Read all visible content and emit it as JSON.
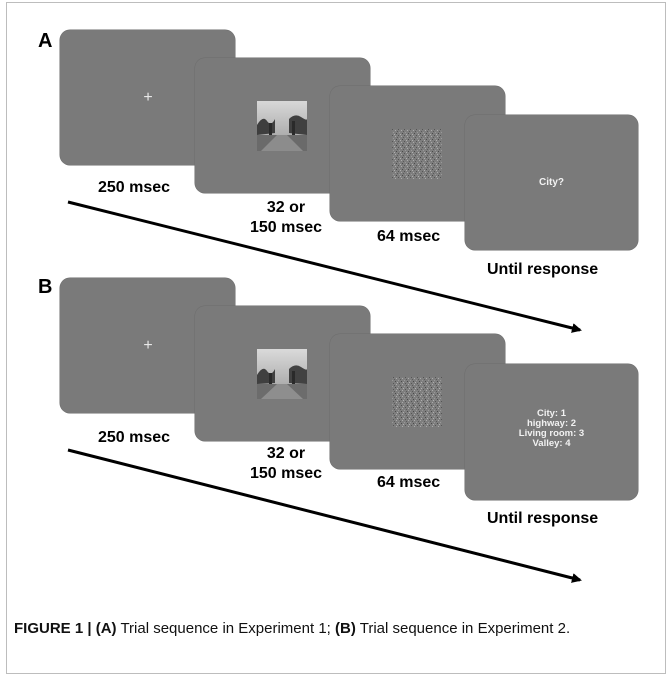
{
  "panels": [
    {
      "label": "A",
      "fixation": "+",
      "question": "City?",
      "timings": {
        "fixation": "250 msec",
        "scene_line1": "32  or",
        "scene_line2": "150 msec",
        "mask": "64 msec",
        "response": "Until response"
      }
    },
    {
      "label": "B",
      "fixation": "+",
      "response_options": [
        "City: 1",
        "highway: 2",
        "Living room: 3",
        "Valley: 4"
      ],
      "timings": {
        "fixation": "250 msec",
        "scene_line1": "32  or",
        "scene_line2": "150 msec",
        "mask": "64 msec",
        "response": "Until response"
      }
    }
  ],
  "caption": {
    "figure_label": "FIGURE 1 |",
    "part_a_label": "(A)",
    "part_a_text": " Trial sequence in Experiment 1; ",
    "part_b_label": "(B)",
    "part_b_text": " Trial sequence in Experiment 2."
  }
}
